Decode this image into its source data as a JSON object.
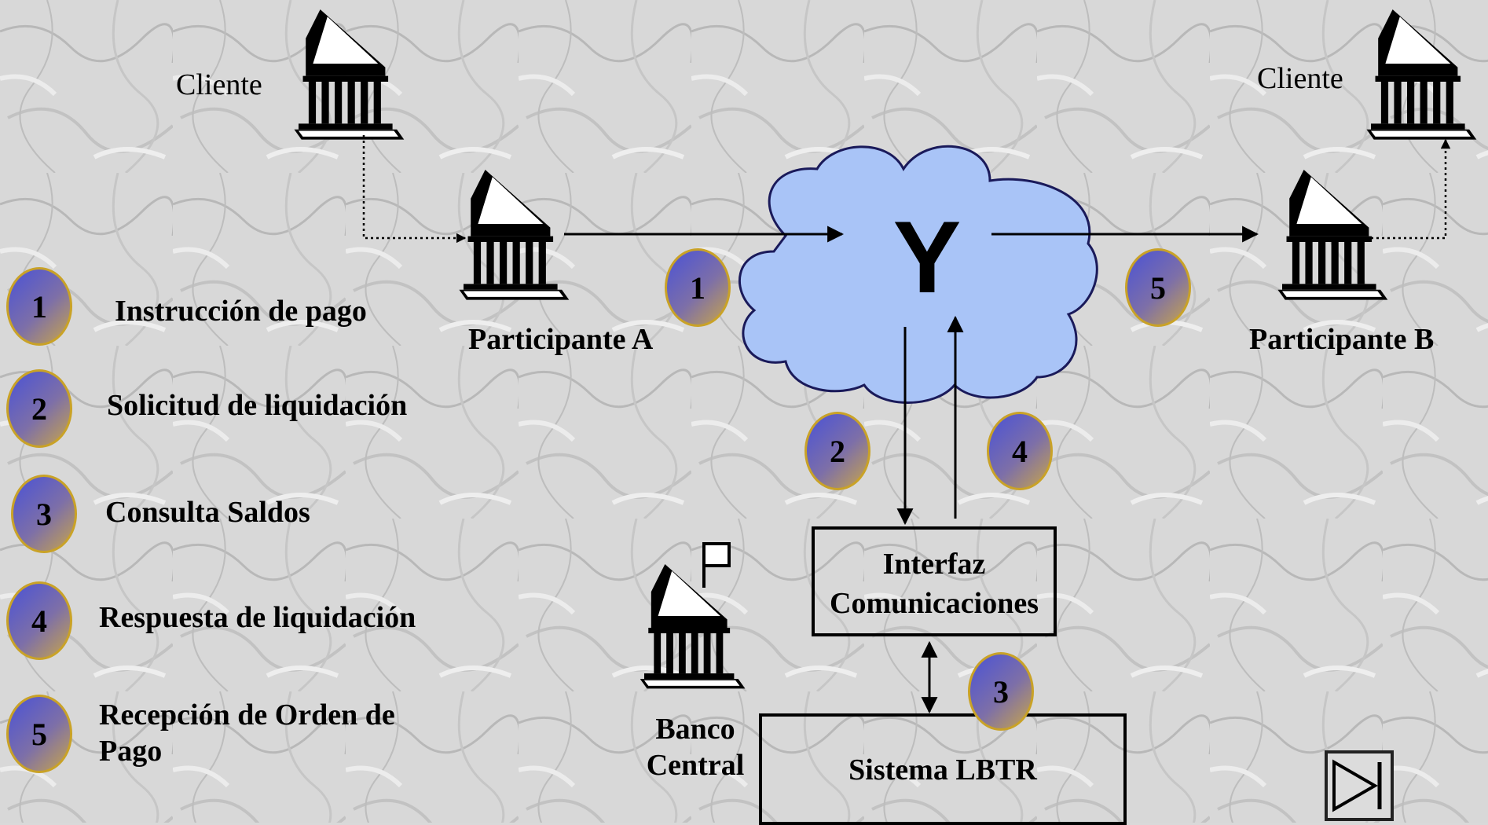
{
  "legend": [
    {
      "num": "1",
      "text": "Instrucción de pago"
    },
    {
      "num": "2",
      "text": "Solicitud de liquidación"
    },
    {
      "num": "3",
      "text": "Consulta Saldos"
    },
    {
      "num": "4",
      "text": "Respuesta de liquidación"
    },
    {
      "num": "5",
      "text_line1": "Recepción de Orden de",
      "text_line2": "Pago"
    }
  ],
  "nodes": {
    "cliente_left": "Cliente",
    "cliente_right": "Cliente",
    "participante_a": "Participante A",
    "participante_b": "Participante B",
    "network_symbol": "Y",
    "interfaz_line1": "Interfaz",
    "interfaz_line2": "Comunicaciones",
    "banco_line1": "Banco",
    "banco_line2": "Central",
    "sistema": "Sistema LBTR"
  },
  "flow_badges": {
    "b1": "1",
    "b2": "2",
    "b3": "3",
    "b4": "4",
    "b5": "5"
  },
  "colors": {
    "cloud_fill": "#a9c4f7",
    "badge_start": "#4a52d6",
    "badge_end": "#c8a54a",
    "background": "#d9d9d9"
  },
  "icons": [
    "bank-building-icon",
    "central-bank-flag-icon",
    "end-show-icon"
  ]
}
